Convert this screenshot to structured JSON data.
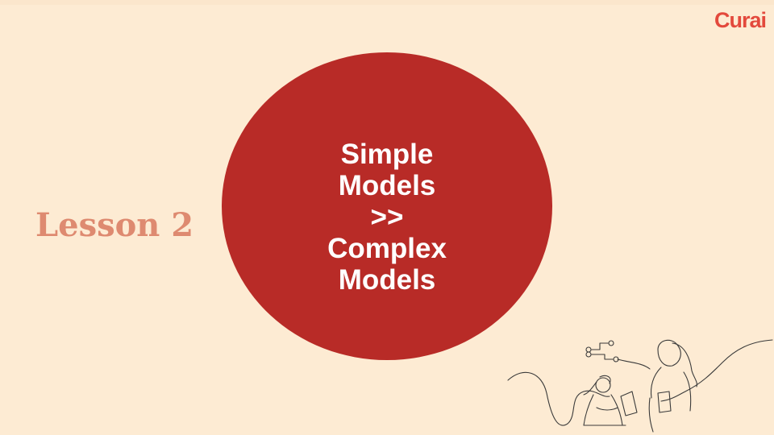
{
  "slide": {
    "logo_text": "Curai",
    "lesson_title": "Lesson 2",
    "circle_lines": [
      "Simple",
      "Models",
      ">>",
      "Complex",
      "Models"
    ]
  },
  "colors": {
    "background": "#fdebd3",
    "circle": "#b82b27",
    "lesson_text": "#de8a70",
    "logo": "#e3493c",
    "illustration_line": "#3a3a3a"
  },
  "icons": {
    "illustration": "people-with-devices-line-art"
  }
}
